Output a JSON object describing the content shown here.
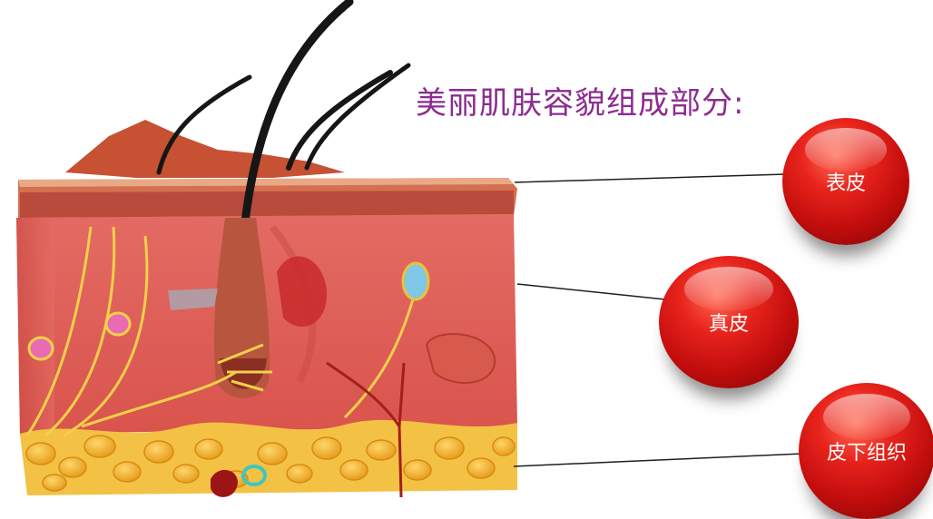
{
  "heading": "美丽肌肤容貌组成部分:",
  "layers": [
    {
      "label": "表皮"
    },
    {
      "label": "真皮"
    },
    {
      "label": "皮下组织"
    }
  ],
  "colors": {
    "heading": "#8b2c8f",
    "ball": "#d81812",
    "epidermis": "#c85a3e",
    "dermis": "#e87870",
    "fat": "#f0b028",
    "nerve": "#f2d04a",
    "hair": "#1a1a1a"
  }
}
